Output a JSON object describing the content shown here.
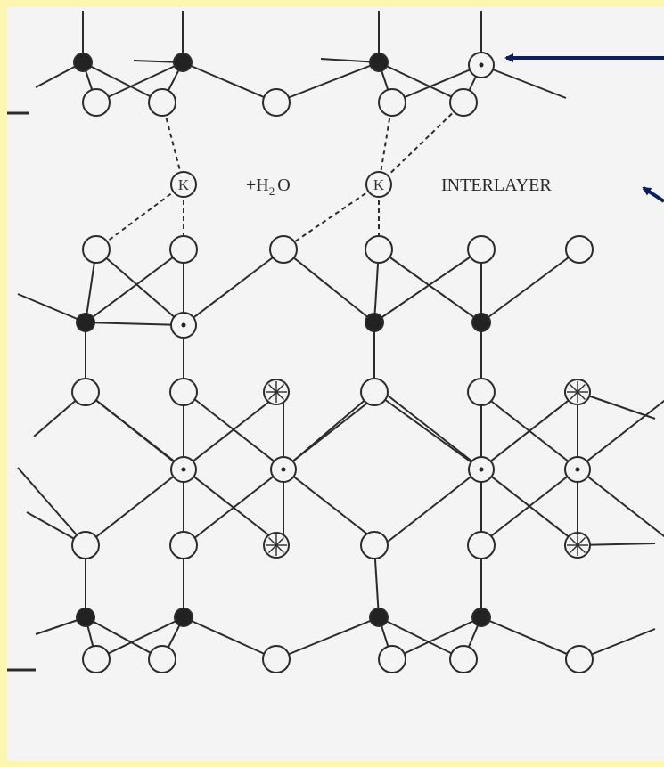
{
  "labels": {
    "water": "+H",
    "water_sub": "2",
    "water_tail": "O",
    "interlayer": "INTERLAYER",
    "potassium": "K"
  },
  "colors": {
    "panel_border": "#fdf6b0",
    "panel_bg": "#f4f4f4",
    "line": "#2b2b2b",
    "arrow": "#0b1f5e"
  },
  "legend_symbols": {
    "tetrahedral_cation": "filled-circle",
    "octahedral_cation": "dotted-circle",
    "hydroxyl": "starred-circle",
    "oxygen": "open-circle"
  }
}
